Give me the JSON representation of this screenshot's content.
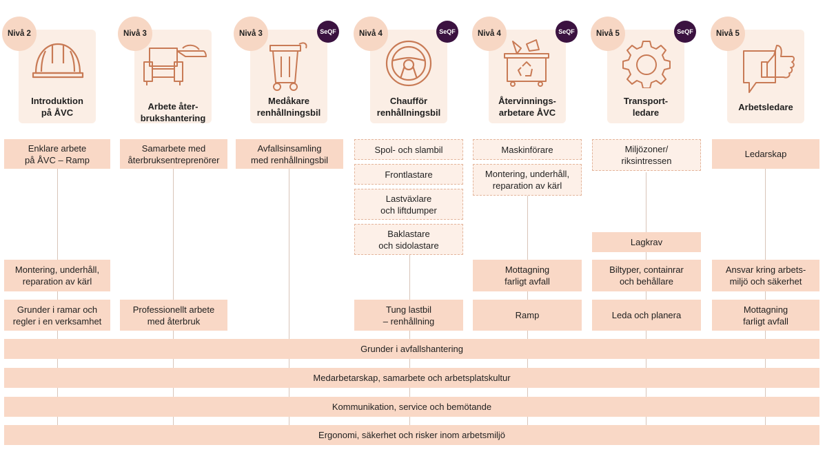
{
  "seqf_label": "SeQF",
  "columns": [
    {
      "level": "Nivå 2",
      "title_1": "Introduktion",
      "title_2": "på ÅVC",
      "icon": "hard-hat-icon"
    },
    {
      "level": "Nivå 3",
      "title_1": "Arbete åter-",
      "title_2": "brukshantering",
      "icon": "armchair-shoe-icon"
    },
    {
      "level": "Nivå 3",
      "title_1": "Medåkare",
      "title_2": "renhållningsbil",
      "icon": "waste-bin-icon"
    },
    {
      "level": "Nivå 4",
      "title_1": "Chaufför",
      "title_2": "renhållningsbil",
      "icon": "steering-wheel-icon"
    },
    {
      "level": "Nivå 4",
      "title_1": "Återvinnings-",
      "title_2": "arbetare ÅVC",
      "icon": "recycling-container-icon"
    },
    {
      "level": "Nivå 5",
      "title_1": "Transport-",
      "title_2": "ledare",
      "icon": "gear-icon"
    },
    {
      "level": "Nivå 5",
      "title_1": "Arbetsledare",
      "title_2": "",
      "icon": "thumbs-up-icon"
    }
  ],
  "boxes": {
    "c1_top": [
      "Enklare arbete",
      "på ÅVC – Ramp"
    ],
    "c1_mid": [
      "Montering, underhåll,",
      "reparation av kärl"
    ],
    "c1_bottom": [
      "Grunder i ramar och",
      "regler i en verksamhet"
    ],
    "c2_top": [
      "Samarbete med",
      "återbruksentreprenörer"
    ],
    "c2_bottom": [
      "Professionellt arbete",
      "med återbruk"
    ],
    "c3_top": [
      "Avfallsinsamling",
      "med renhållningsbil"
    ],
    "c4_d1": "Spol- och slambil",
    "c4_d2": "Frontlastare",
    "c4_d3": [
      "Lastväxlare",
      "och liftdumper"
    ],
    "c4_d4": [
      "Baklastare",
      "och sidolastare"
    ],
    "c4_bottom": [
      "Tung lastbil",
      "– renhållning"
    ],
    "c5_d1": "Maskinförare",
    "c5_d2": [
      "Montering, underhåll,",
      "reparation av kärl"
    ],
    "c5_mid": [
      "Mottagning",
      "farligt avfall"
    ],
    "c5_bottom": "Ramp",
    "c6_d1": [
      "Miljözoner/",
      "riksintressen"
    ],
    "c6_lag": "Lagkrav",
    "c6_mid": [
      "Biltyper, containrar",
      "och behållare"
    ],
    "c6_bottom": "Leda och planera",
    "c7_top": "Ledarskap",
    "c7_mid": [
      "Ansvar kring arbets-",
      "miljö och säkerhet"
    ],
    "c7_bottom": [
      "Mottagning",
      "farligt avfall"
    ]
  },
  "bars": [
    "Grunder i avfallshantering",
    "Medarbetarskap, samarbete och arbetsplatskultur",
    "Kommunikation, service och bemötande",
    "Ergonomi, säkerhet och risker inom arbetsmiljö"
  ],
  "colors": {
    "accent_fill": "#f9d8c6",
    "level_circle": "#f7d7c4",
    "card": "#fbeee5",
    "seqf_badge": "#3b1240"
  }
}
